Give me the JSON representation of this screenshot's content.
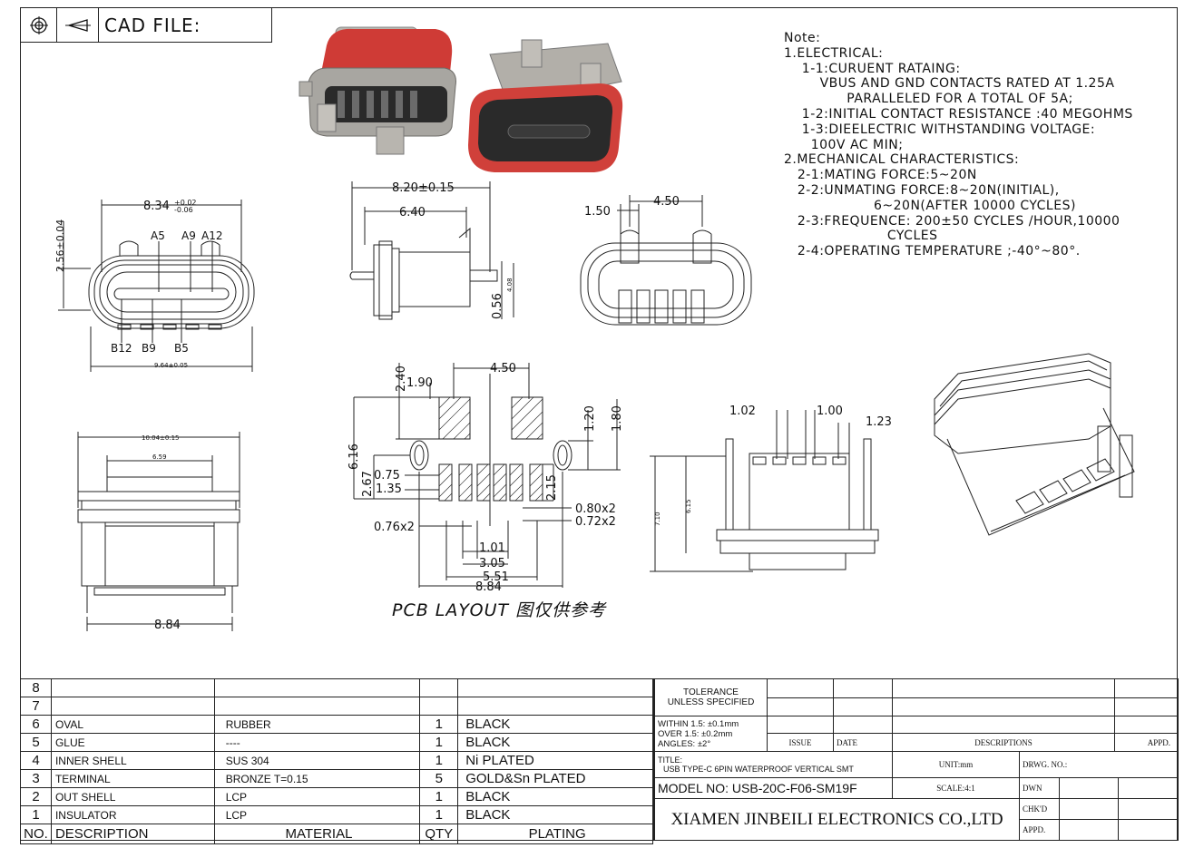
{
  "header": {
    "cad_label": "CAD FILE:"
  },
  "icons": {
    "projection": "third-angle-projection-icon"
  },
  "notes": [
    "Note:",
    "",
    "1.ELECTRICAL:",
    "    1-1:CURUENT RATAING:",
    "        VBUS AND GND CONTACTS RATED AT 1.25A",
    "              PARALLELED FOR A TOTAL OF 5A;",
    "    1-2:INITIAL CONTACT RESISTANCE :40 MEGOHMS",
    "    1-3:DIEELECTRIC WITHSTANDING VOLTAGE:",
    "      100V AC MIN;",
    "2.MECHANICAL CHARACTERISTICS:",
    "   2-1:MATING FORCE:5~20N",
    "   2-2:UNMATING FORCE:8~20N(INITIAL),",
    "                    6~20N(AFTER 10000 CYCLES)",
    "   2-3:FREQUENCE: 200±50 CYCLES /HOUR,10000",
    "                       CYCLES",
    "   2-4:OPERATING TEMPERATURE ;-40°~80°."
  ],
  "dims": {
    "front_width": "8.34",
    "front_tol_up": "+0.02",
    "front_tol_dn": "-0.06",
    "front_height": "2.56±0.04",
    "pin_a5": "A5",
    "pin_a9": "A9",
    "pin_a12": "A12",
    "pin_b12": "B12",
    "pin_b9": "B9",
    "pin_b5": "B5",
    "front_bottom": "9.64±0.05",
    "side_total": "8.20±0.15",
    "side_inner": "6.40",
    "side_056": "0.56",
    "side_408": "4.08",
    "top_150": "1.50",
    "top_450": "4.50",
    "pcb_450": "4.50",
    "pcb_240": "2.40",
    "pcb_190": "1.90",
    "pcb_616": "6.16",
    "pcb_120": "1.20",
    "pcb_180": "1.80",
    "pcb_267": "2.67",
    "pcb_075": "0.75",
    "pcb_135": "1.35",
    "pcb_215": "2.15",
    "pcb_080x2": "0.80x2",
    "pcb_072x2": "0.72x2",
    "pcb_076x2": "0.76x2",
    "pcb_101": "1.01",
    "pcb_305": "3.05",
    "pcb_551": "5.51",
    "pcb_884": "8.84",
    "bv_width": "10.04±0.15",
    "bv_659": "6.59",
    "bv_884": "8.84",
    "rv_102": "1.02",
    "rv_100": "1.00",
    "rv_123": "1.23",
    "rv_710": "7.10",
    "rv_615": "6.15"
  },
  "pcb_caption": "PCB LAYOUT 图仅供参考",
  "bom": {
    "headers": {
      "no": "NO.",
      "description": "DESCRIPTION",
      "material": "MATERIAL",
      "qty": "QTY",
      "plating": "PLATING"
    },
    "rows": [
      {
        "no": "8",
        "description": "",
        "material": "",
        "qty": "",
        "plating": ""
      },
      {
        "no": "7",
        "description": "",
        "material": "",
        "qty": "",
        "plating": ""
      },
      {
        "no": "6",
        "description": "OVAL",
        "material": "RUBBER",
        "qty": "1",
        "plating": "BLACK"
      },
      {
        "no": "5",
        "description": "GLUE",
        "material": "----",
        "qty": "1",
        "plating": "BLACK"
      },
      {
        "no": "4",
        "description": "INNER SHELL",
        "material": "SUS 304",
        "qty": "1",
        "plating": "Ni PLATED"
      },
      {
        "no": "3",
        "description": "TERMINAL",
        "material": "BRONZE T=0.15",
        "qty": "5",
        "plating": "GOLD&Sn PLATED"
      },
      {
        "no": "2",
        "description": "OUT SHELL",
        "material": "LCP",
        "qty": "1",
        "plating": "BLACK"
      },
      {
        "no": "1",
        "description": "INSULATOR",
        "material": "LCP",
        "qty": "1",
        "plating": "BLACK"
      }
    ]
  },
  "title_block": {
    "tolerance_1": "TOLERANCE",
    "tolerance_2": "UNLESS SPECIFIED",
    "within": "WITHIN 1.5: ±0.1mm",
    "over": "OVER 1.5:  ±0.2mm",
    "angles": "ANGLES: ±2°",
    "issue": "ISSUE",
    "date": "DATE",
    "descriptions": "DESCRIPTIONS",
    "appd": "APPD.",
    "title_label": "TITLE:",
    "title": "USB TYPE-C 6PIN WATERPROOF VERTICAL SMT",
    "unit": "UNIT:mm",
    "drwg_no": "DRWG. NO.:",
    "model_no": "MODEL NO: USB-20C-F06-SM19F",
    "scale": "SCALE:4:1",
    "dwn": "DWN",
    "chkd": "CHK'D",
    "appd2": "APPD.",
    "company": "XIAMEN JINBEILI ELECTRONICS CO.,LTD"
  }
}
